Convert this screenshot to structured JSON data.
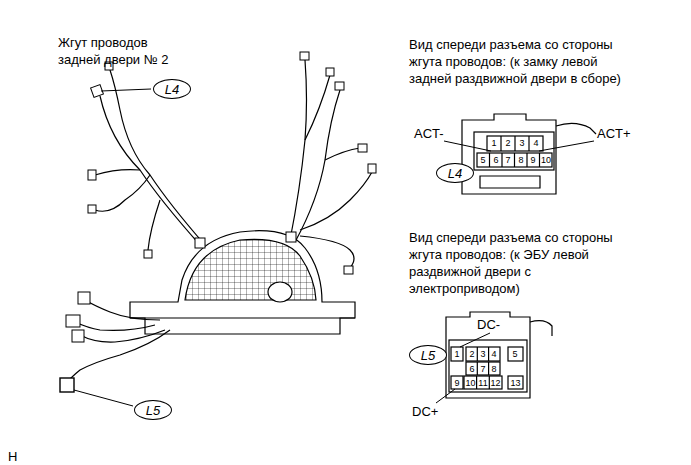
{
  "diagram": {
    "nodes": [
      {
        "text": [
          "L4"
        ]
      },
      {
        "text": [
          "L5"
        ]
      },
      {
        "text": [
          "L4"
        ]
      },
      {
        "text": [
          "L5"
        ]
      }
    ],
    "labels": [
      "Жгут проводов задней двери № 2",
      "Вид спереди разъема со стороны жгута проводов: (к замку левой задней раздвижной двери в сборе)",
      "ACT-",
      "ACT+",
      "1",
      "2",
      "3",
      "4",
      "5",
      "6",
      "7",
      "8",
      "9",
      "10",
      "Вид спереди разъема со стороны жгута проводов: (к ЭБУ левой раздвижной двери с электроприводом)",
      "DC-",
      "1",
      "2",
      "3",
      "4",
      "5",
      "6",
      "7",
      "8",
      "9",
      "10",
      "11",
      "12",
      "13",
      "DC+",
      "H"
    ]
  }
}
